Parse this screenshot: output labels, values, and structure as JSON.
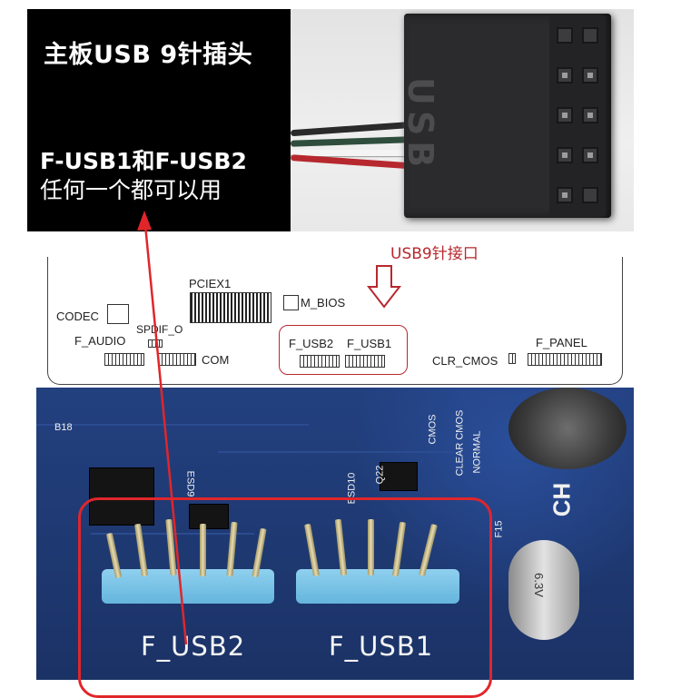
{
  "caption": {
    "title": "主板USB 9针插头",
    "line1": "F-USB1和F-USB2",
    "line2": "任何一个都可以用"
  },
  "connector": {
    "emboss_text": "USB"
  },
  "port_label": "USB9针接口",
  "diagram": {
    "codec": "CODEC",
    "f_audio": "F_AUDIO",
    "spdif_o": "SPDIF_O",
    "pciex1": "PCIEX1",
    "com": "COM",
    "m_bios": "M_BIOS",
    "f_usb2": "F_USB2",
    "f_usb1": "F_USB1",
    "clr_cmos": "CLR_CMOS",
    "f_panel": "F_PANEL"
  },
  "pcb": {
    "f_usb2": "F_USB2",
    "f_usb1": "F_USB1",
    "silk_b18": "B18",
    "silk_esd9": "ESD9",
    "silk_esd10": "ESD10",
    "silk_q22": "Q22",
    "silk_clear_cmos": "CLEAR CMOS",
    "silk_normal": "NORMAL",
    "silk_cmos": "CMOS",
    "silk_f15": "F15",
    "silk_ch": "CH",
    "cap_text": "6.3V"
  },
  "colors": {
    "accent_red": "#e0262b",
    "label_red": "#b7282e",
    "pcb_blue": "#1f3a74",
    "header_blue": "#7cc4e8"
  }
}
